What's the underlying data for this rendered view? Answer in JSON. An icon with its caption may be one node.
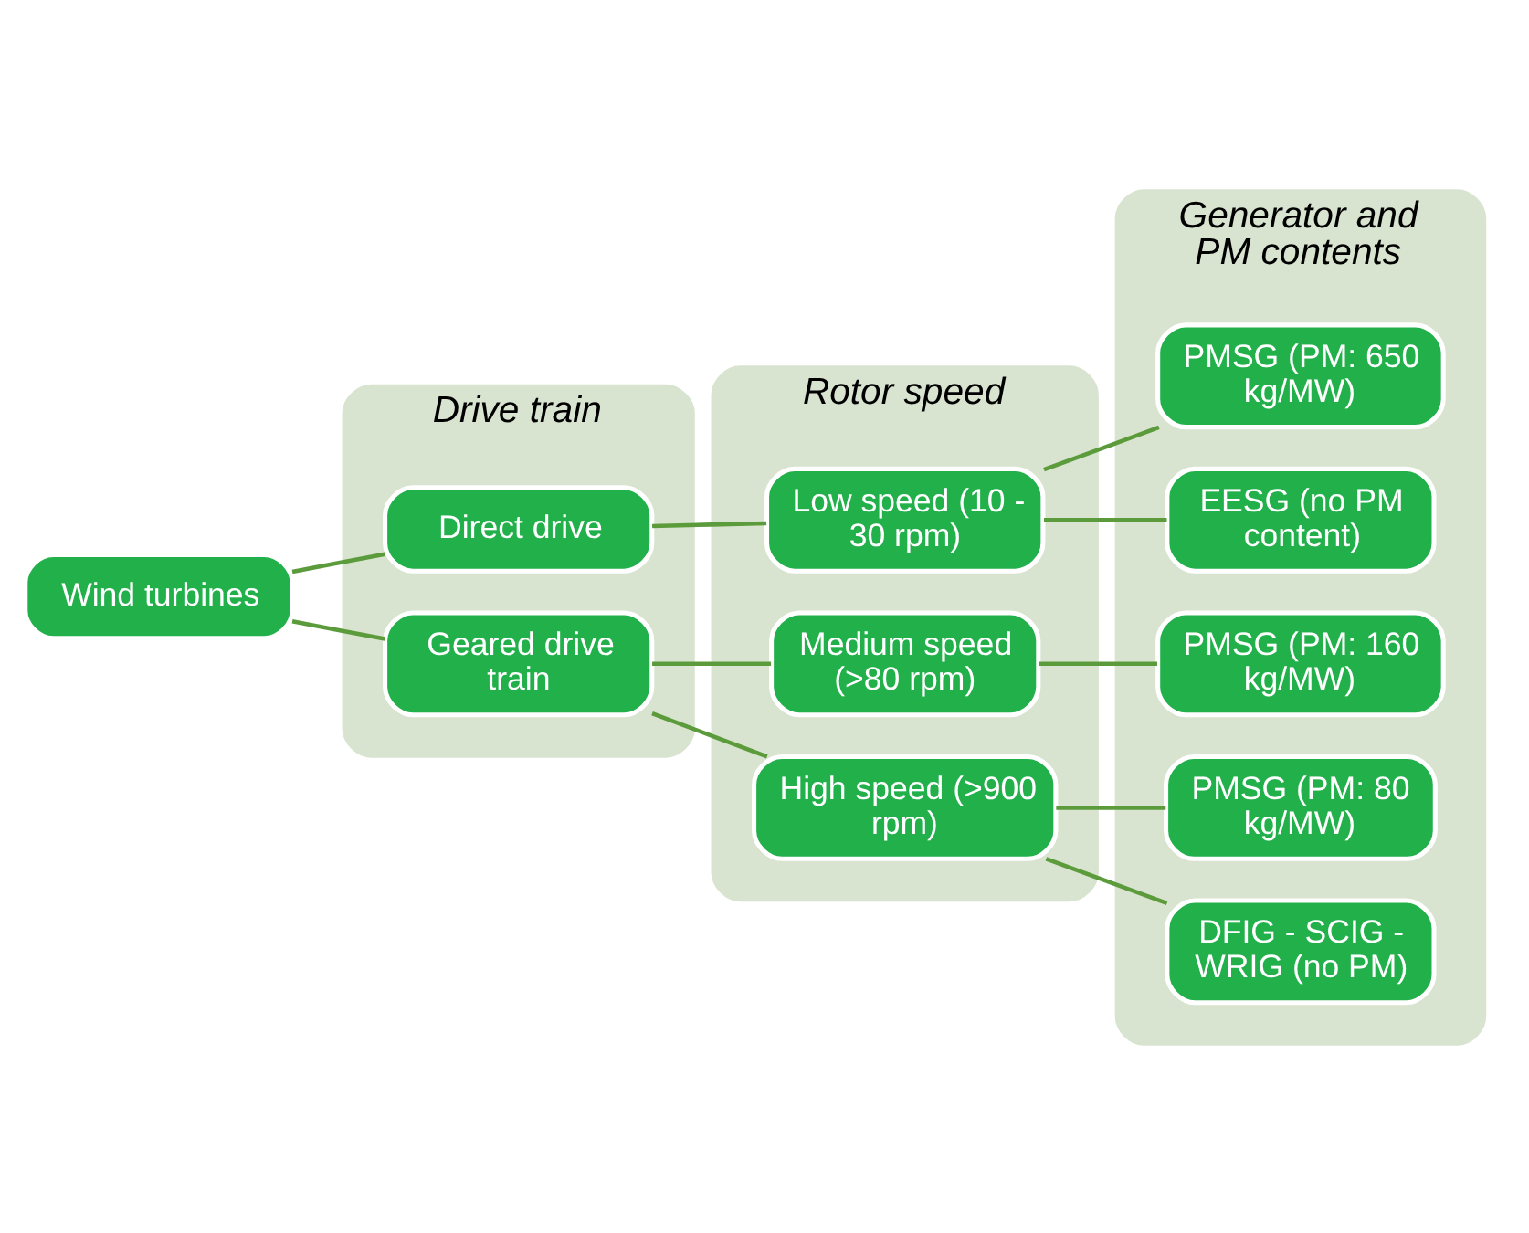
{
  "diagram": {
    "nodes": [
      {
        "text": [
          "Wind turbines"
        ]
      },
      {
        "text": [
          "Drive train"
        ]
      },
      {
        "text": [
          "Direct drive"
        ],
        "in": 1
      },
      {
        "text": [
          "Geared drive train"
        ],
        "in": 1
      },
      {
        "text": [
          "Rotor speed"
        ]
      },
      {
        "text": [
          "Low speed (10 - 30 rpm)"
        ],
        "in": 4
      },
      {
        "text": [
          "Medium speed (>80 rpm)"
        ],
        "in": 4
      },
      {
        "text": [
          "High speed (>900 rpm)"
        ],
        "in": 4
      },
      {
        "text": [
          "Generator and PM contents"
        ]
      },
      {
        "text": [
          "PMSG (PM: 650 kg/MW)"
        ],
        "in": 8
      },
      {
        "text": [
          "EESG (no PM content)"
        ],
        "in": 8
      },
      {
        "text": [
          "PMSG (PM: 160 kg/MW)"
        ],
        "in": 8
      },
      {
        "text": [
          "PMSG (PM: 80 kg/MW)"
        ],
        "in": 8
      },
      {
        "text": [
          "DFIG - SCIG - WRIG (no PM)"
        ],
        "in": 8
      }
    ],
    "edges": [
      {
        "from": 0,
        "to": 2,
        "arrow": "none"
      },
      {
        "from": 0,
        "to": 3,
        "arrow": "none"
      },
      {
        "from": 2,
        "to": 5,
        "arrow": "none"
      },
      {
        "from": 3,
        "to": 6,
        "arrow": "none"
      },
      {
        "from": 3,
        "to": 7,
        "arrow": "none"
      },
      {
        "from": 5,
        "to": 9,
        "arrow": "none"
      },
      {
        "from": 5,
        "to": 10,
        "arrow": "none"
      },
      {
        "from": 6,
        "to": 11,
        "arrow": "none"
      },
      {
        "from": 7,
        "to": 12,
        "arrow": "none"
      },
      {
        "from": 7,
        "to": 13,
        "arrow": "none"
      }
    ]
  }
}
